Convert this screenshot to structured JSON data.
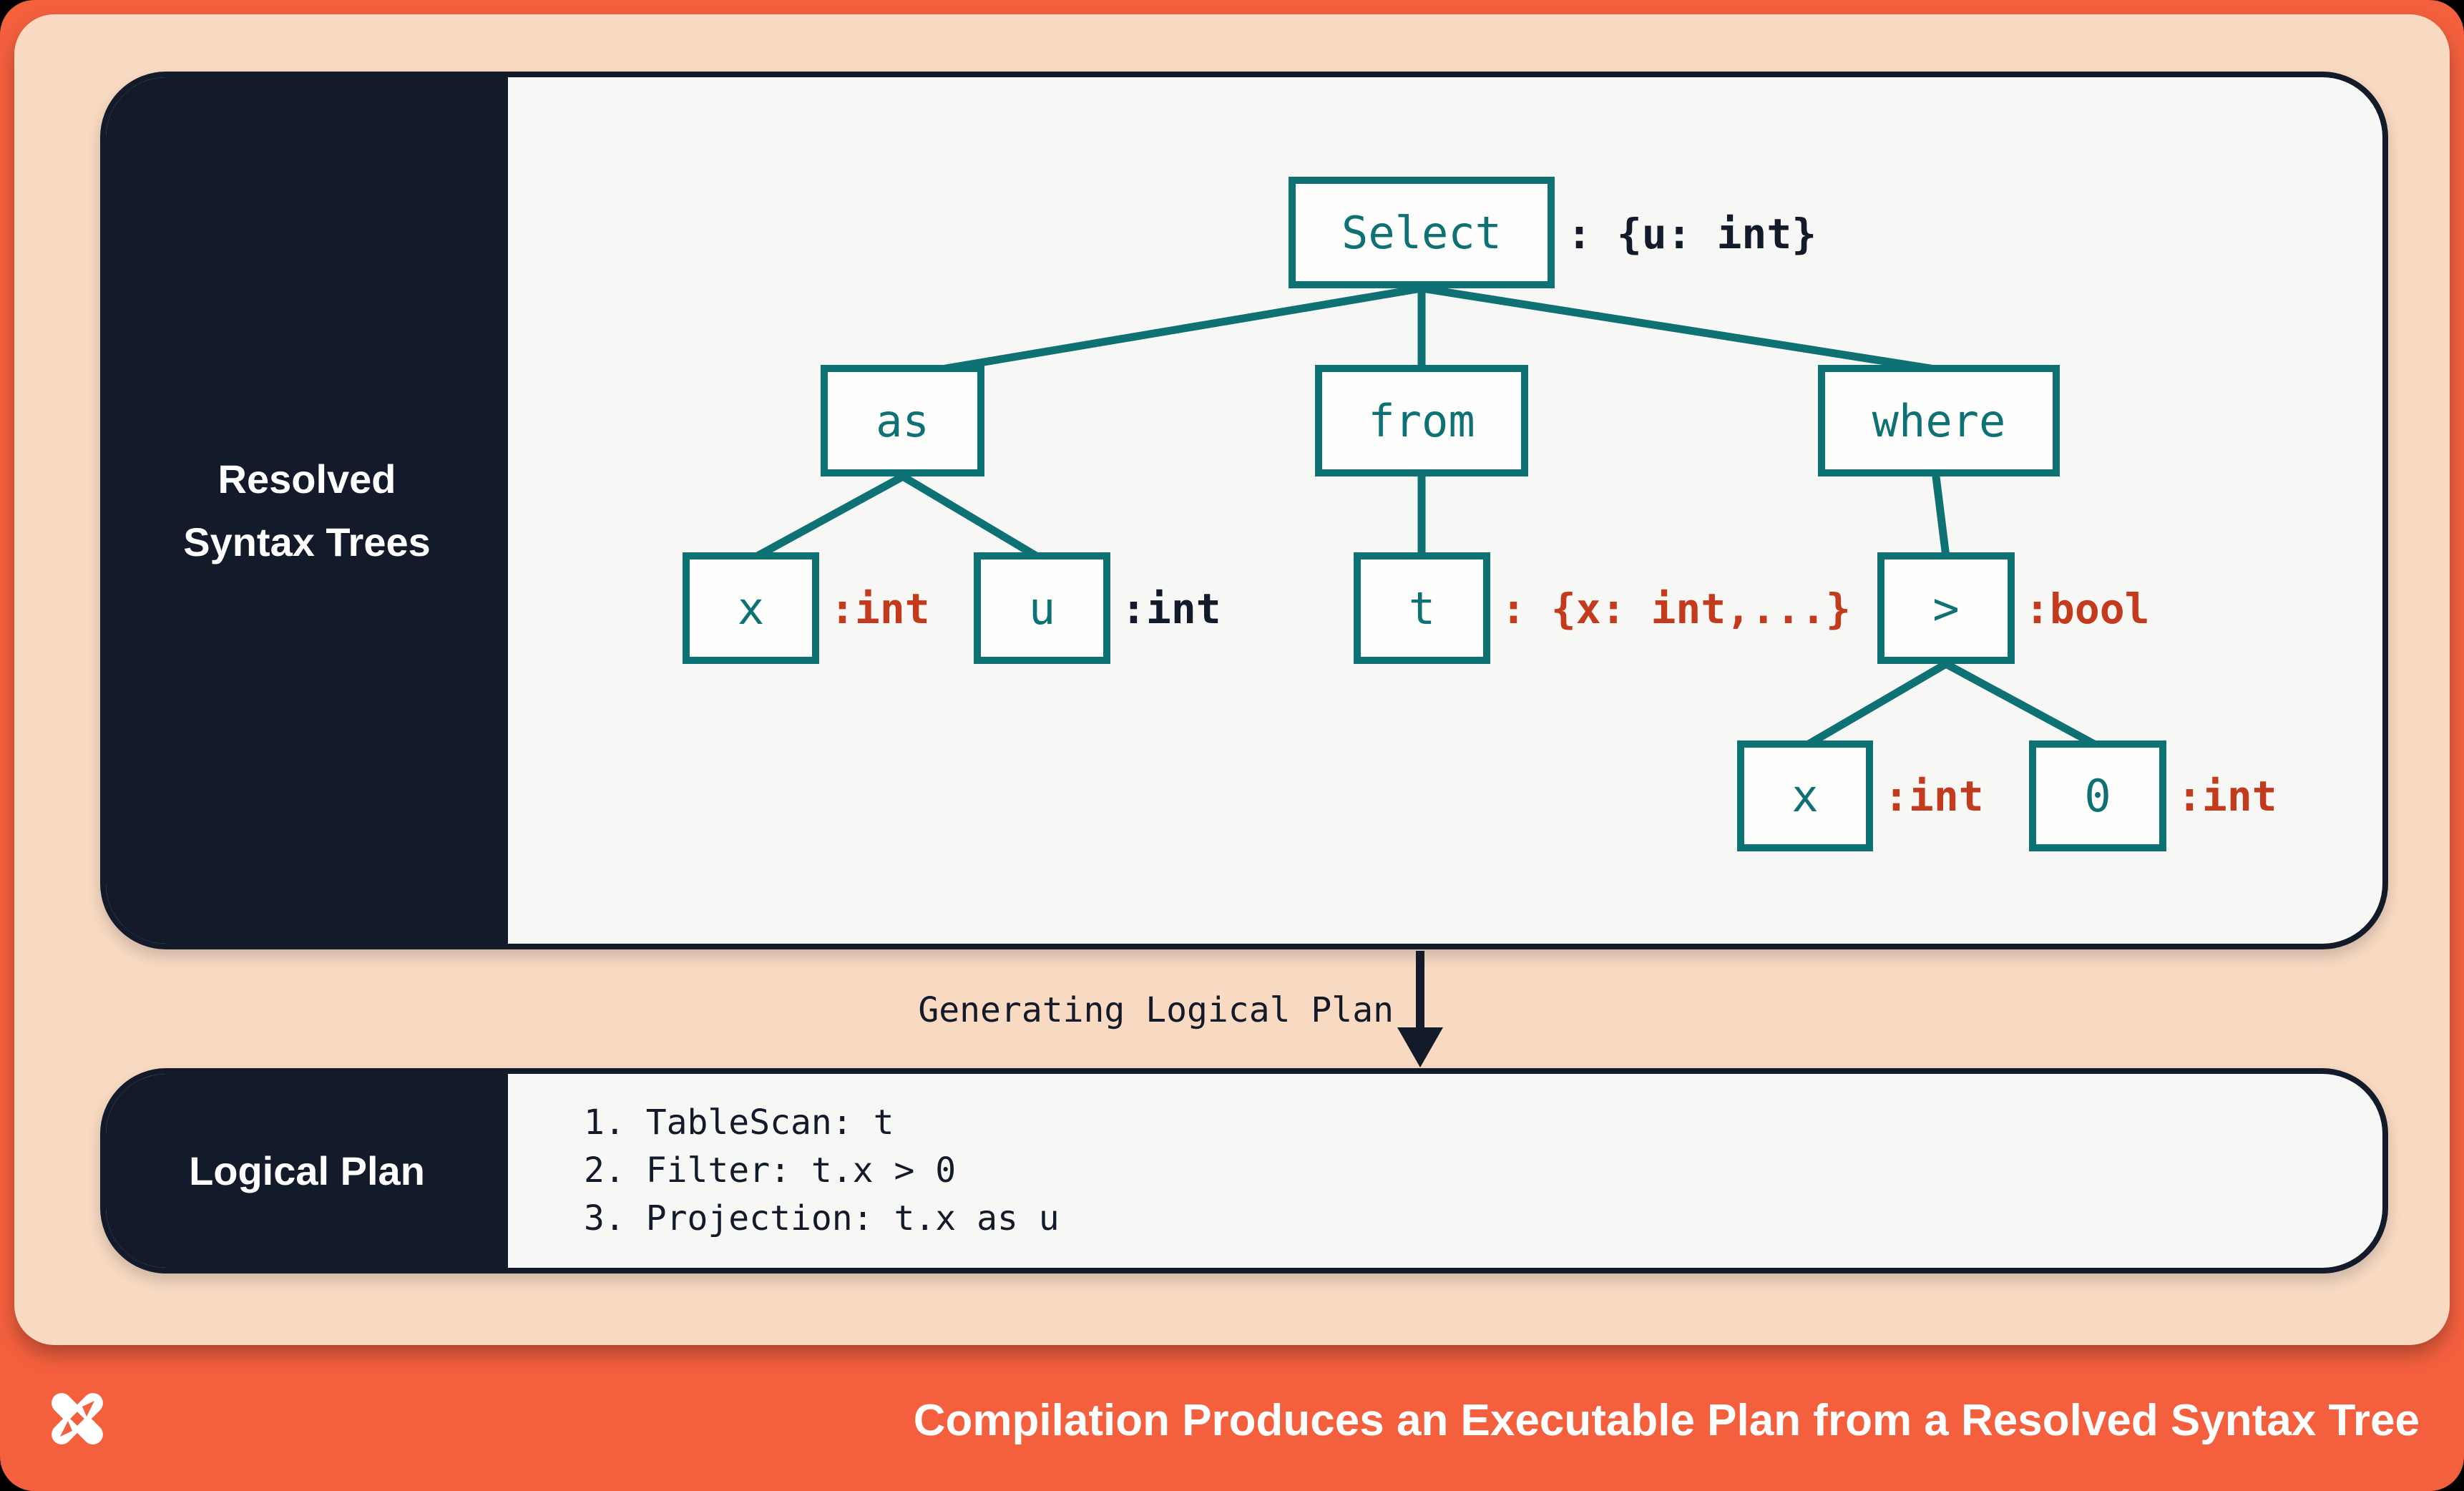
{
  "colors": {
    "frame_orange": "#F4603E",
    "peach_background": "#F8D9C1",
    "dark_navy": "#131A2A",
    "panel_light": "#F7F8F6",
    "node_teal": "#0E7174",
    "type_red": "#C43A1C",
    "white": "#FFFFFF"
  },
  "sections": {
    "resolved_syntax_trees": {
      "label_line1": "Resolved",
      "label_line2": "Syntax Trees"
    },
    "logical_plan": {
      "label": "Logical Plan",
      "steps": [
        "1. TableScan: t",
        "2. Filter: t.x > 0",
        "3. Projection: t.x as u"
      ]
    }
  },
  "tree": {
    "nodes": {
      "select": {
        "label": "Select",
        "annotation": ": {u: int}"
      },
      "as": {
        "label": "as"
      },
      "from": {
        "label": "from"
      },
      "where": {
        "label": "where"
      },
      "x1": {
        "label": "x",
        "annotation": ":int"
      },
      "u": {
        "label": "u",
        "annotation": ":int"
      },
      "t": {
        "label": "t",
        "annotation": ": {x: int,...}"
      },
      "gt": {
        "label": ">",
        "annotation": ":bool"
      },
      "x2": {
        "label": "x",
        "annotation": ":int"
      },
      "zero": {
        "label": "0",
        "annotation": ":int"
      }
    }
  },
  "transition": {
    "label": "Generating Logical Plan",
    "arrow_icon": "arrow-down-icon"
  },
  "footer": {
    "logo_icon": "pinwheel-x-logo",
    "caption": "Compilation Produces an Executable Plan from a Resolved Syntax Tree"
  }
}
